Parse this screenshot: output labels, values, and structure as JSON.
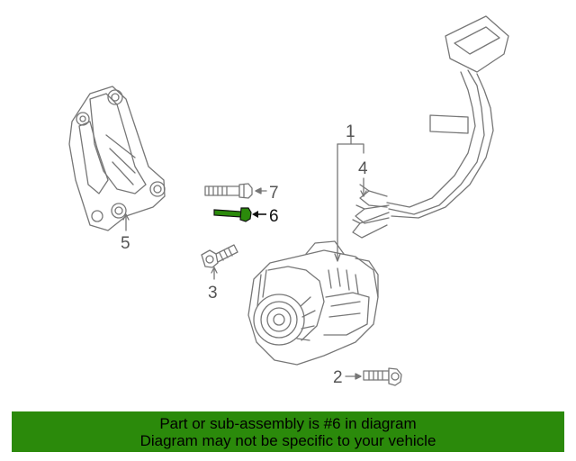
{
  "callouts": {
    "c1": "1",
    "c2": "2",
    "c3": "3",
    "c4": "4",
    "c5": "5",
    "c6": "6",
    "c7": "7"
  },
  "highlight_color": "#2b8a0b",
  "banner": {
    "line1": "Part or sub-assembly is #6 in diagram",
    "line2": "Diagram may not be specific to your vehicle"
  }
}
